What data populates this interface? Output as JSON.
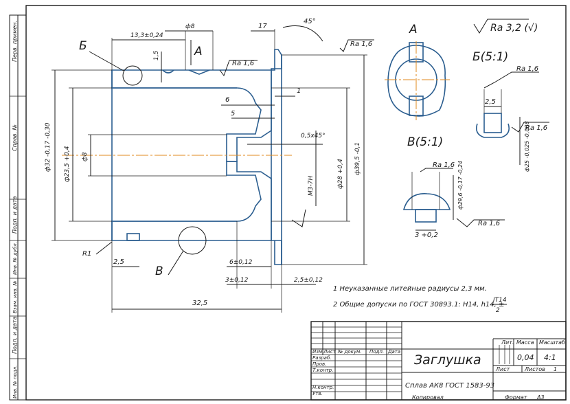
{
  "title_block": {
    "part_name": "Заглушка",
    "material": "Сплав АК8 ГОСТ 1583-93",
    "headers": {
      "izm": "Изм.",
      "list": "Лист",
      "ndoc": "№ докум.",
      "podp": "Подп.",
      "data": "Дата"
    },
    "roles": [
      "Разраб.",
      "Пров.",
      "Т.контр.",
      "",
      "Н.контр.",
      "Утв."
    ],
    "lit_label": "Лит.",
    "mass_label": "Масса",
    "mass_value": "0,04",
    "scale_label": "Масштаб",
    "scale_value": "4:1",
    "sheet_label": "Лист",
    "sheets_label": "Листов",
    "sheets_value": "1",
    "copied": "Копировал",
    "format_label": "Формат",
    "format_value": "А3"
  },
  "side_stamps": [
    "Перв. примен.",
    "Справ. №",
    "Подп. и дата",
    "Инв. № дубл.",
    "Взам. инв. №",
    "Подп. и дата",
    "Инв. № подл."
  ],
  "roughness_general": "Ra 3,2 (√)",
  "notes": [
    "1  Неуказанные литейные радиусы 2,3 мм.",
    "2  Общие допуски по ГОСТ 30893.1: H14, h14, ±"
  ],
  "note_fraction": {
    "num": "IT14",
    "den": "2"
  },
  "views": {
    "view_a": "А",
    "view_b": "Б(5:1)",
    "view_v": "В(5:1)",
    "label_b": "Б",
    "label_v": "В",
    "label_a_arrow": "А"
  },
  "dims": {
    "d1": "13,3±0,24",
    "d2": "ф8",
    "d3": "17",
    "d4": "45°",
    "d5": "1,5",
    "d6": "Ra 1,6",
    "d7": "Ra 1,6",
    "d8": "ф32 -0,17 -0,30",
    "d9": "ф23,5 +0,4",
    "d10": "ф8",
    "d11": "1",
    "d12": "6",
    "d13": "5",
    "d14": "0,5x45°",
    "d15": "ф39,5 -0,1",
    "d16": "ф28 +0,4",
    "d17": "М3-7Н",
    "d18": "R1",
    "d19": "2,5",
    "d20": "6±0,12",
    "d21": "3±0,12",
    "d22": "2,5±0,12",
    "d23": "32,5",
    "b1": "Ra 1,6",
    "b2": "2,5",
    "b3": "Ra 1,6",
    "b4": "ф25 -0,025 -0,008",
    "v1": "Ra 1,6",
    "v2": "ф29,6 -0,17 -0,24",
    "v3": "3 +0,2",
    "v4": "Ra 1,6"
  }
}
